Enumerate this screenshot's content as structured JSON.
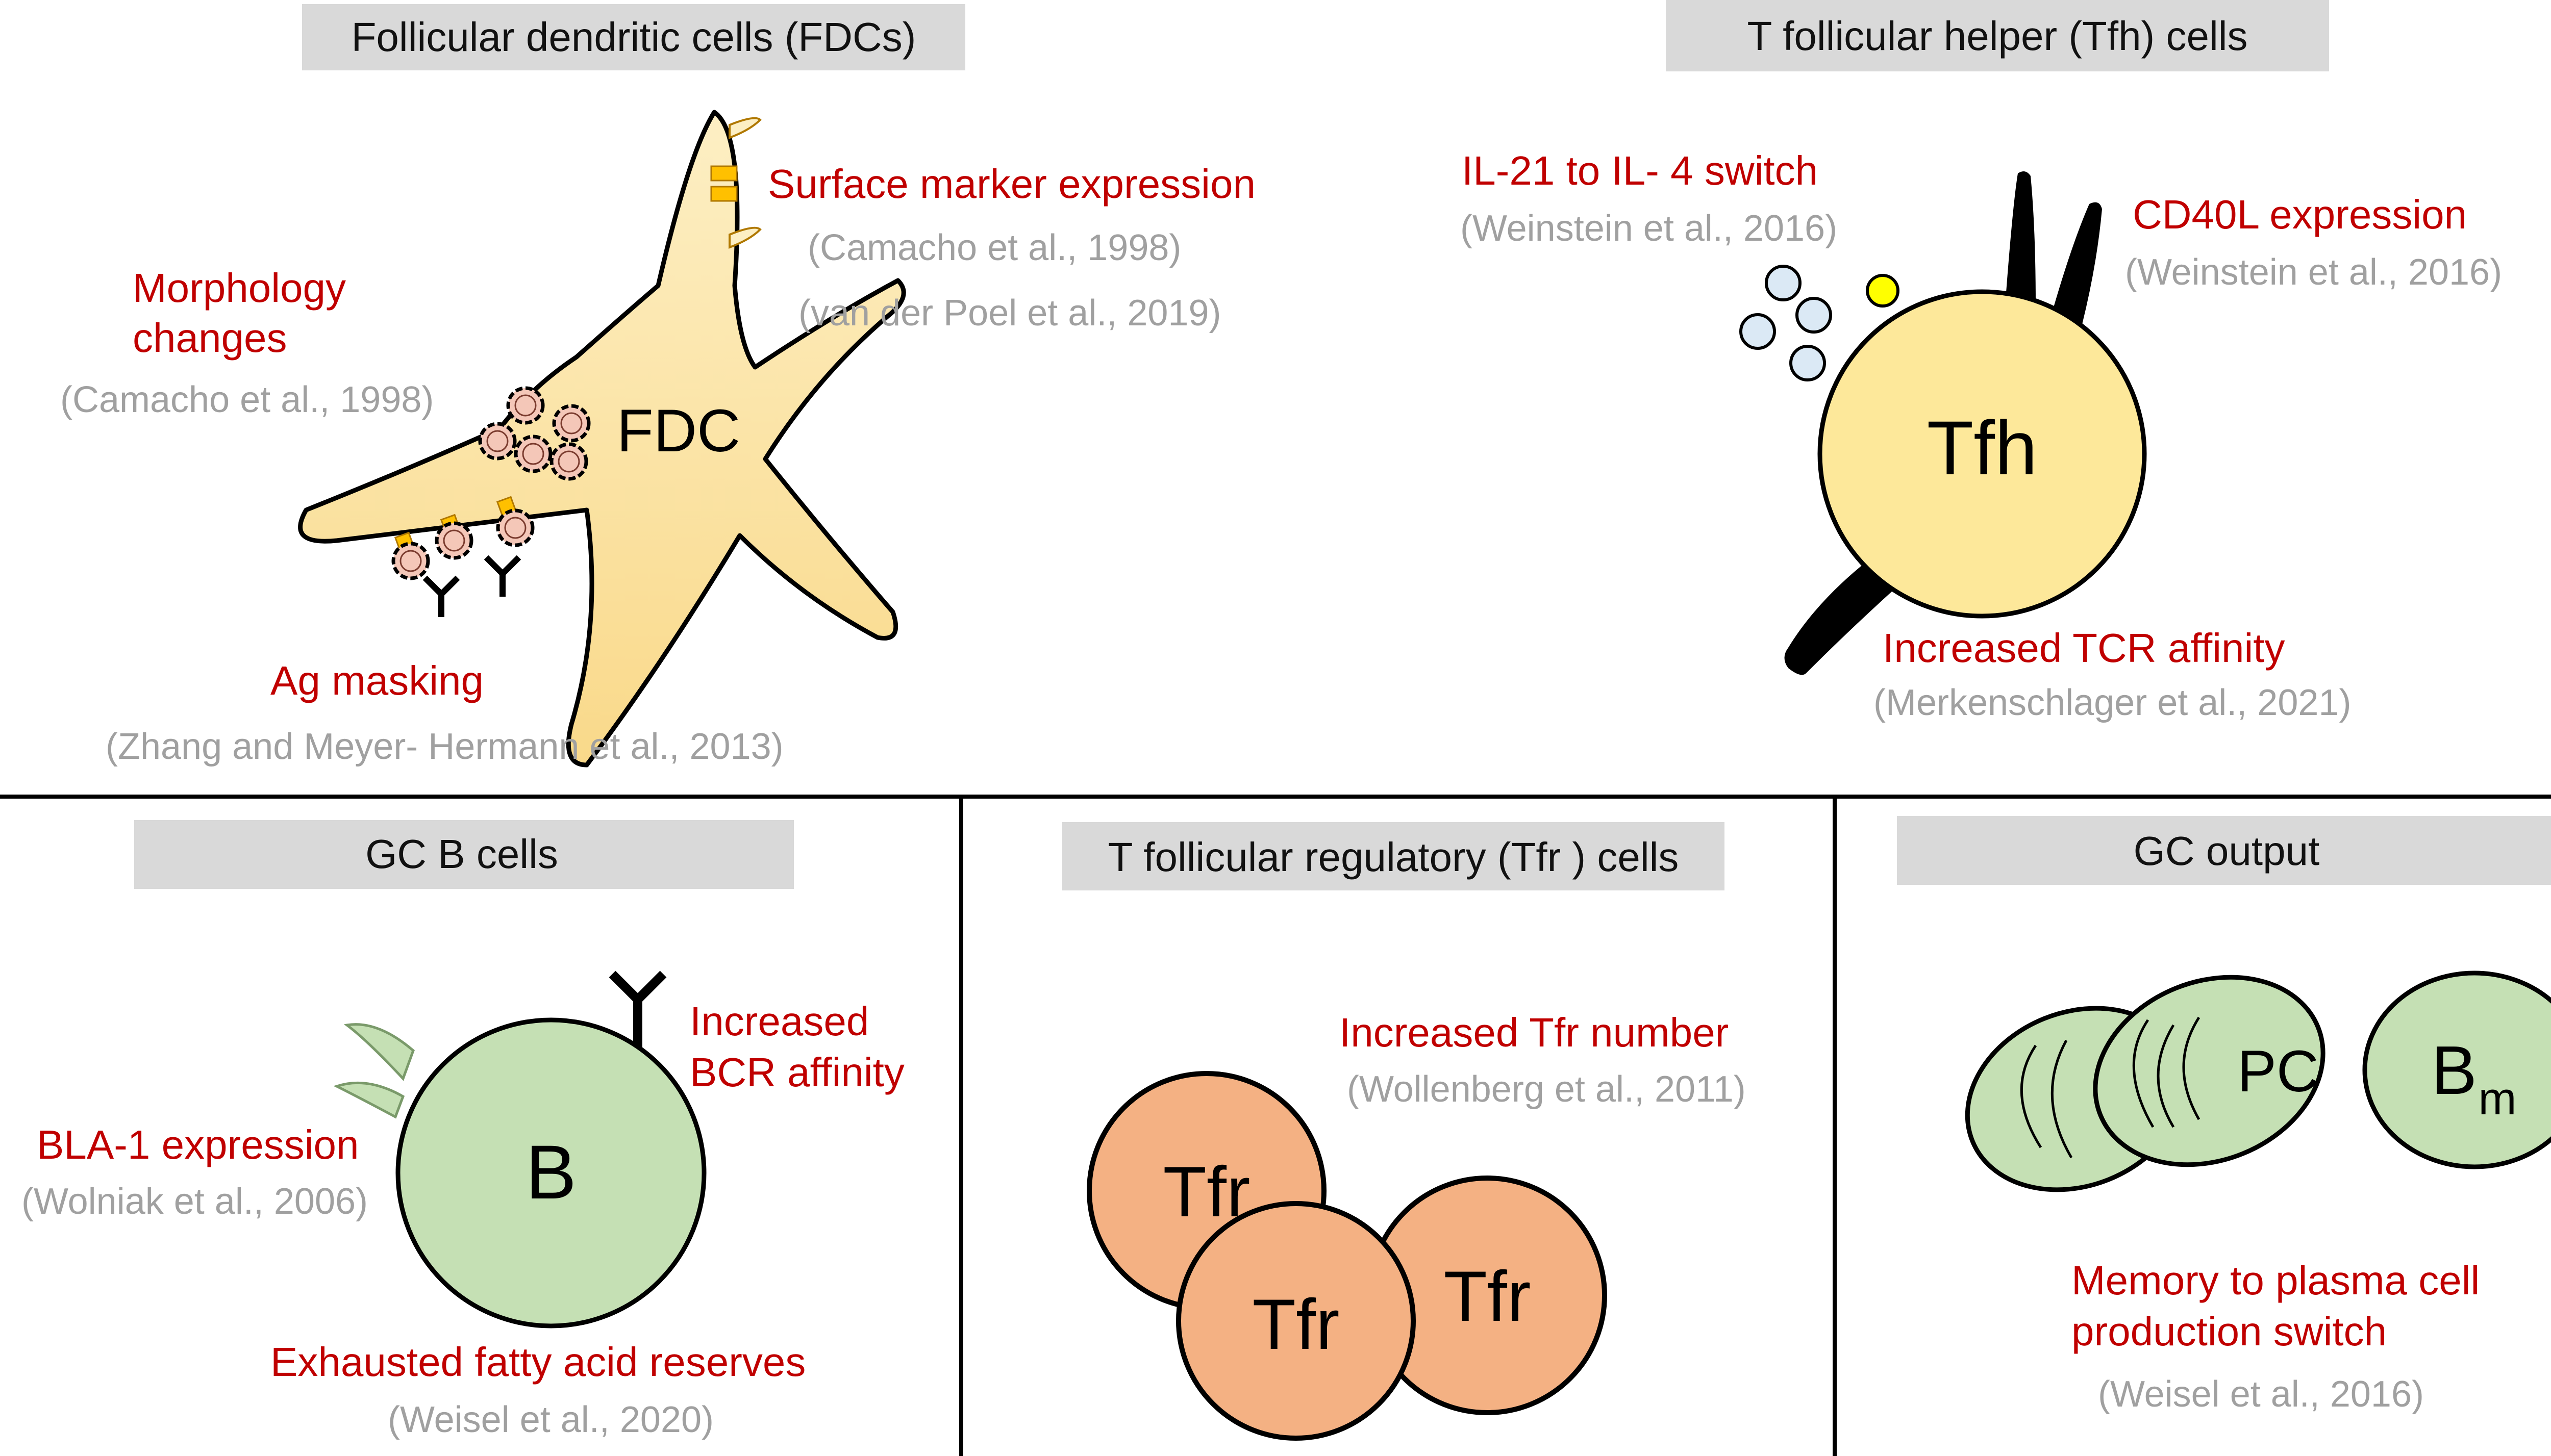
{
  "panels": {
    "fdc": {
      "header": "Follicular dendritic cells (FDCs)",
      "cell_label": "FDC",
      "items": [
        {
          "label": "Surface marker expression",
          "refs": [
            "(Camacho et al., 1998)",
            "(van der Poel et al., 2019)"
          ]
        },
        {
          "label_lines": [
            "Morphology",
            "changes"
          ],
          "refs": [
            "(Camacho et al., 1998)"
          ]
        },
        {
          "label": "Ag masking",
          "refs": [
            "(Zhang and Meyer- Hermann et al., 2013)"
          ]
        }
      ]
    },
    "tfh": {
      "header": "T follicular helper (Tfh) cells",
      "cell_label": "Tfh",
      "items": [
        {
          "label": "IL-21 to IL- 4 switch",
          "refs": [
            "(Weinstein et al., 2016)"
          ]
        },
        {
          "label": "CD40L expression",
          "refs": [
            "(Weinstein et al., 2016)"
          ]
        },
        {
          "label": "Increased TCR affinity",
          "refs": [
            "(Merkenschlager et al., 2021)"
          ]
        }
      ]
    },
    "gcb": {
      "header": "GC B cells",
      "cell_label": "B",
      "items": [
        {
          "label_lines": [
            "Increased",
            "BCR affinity"
          ],
          "refs": []
        },
        {
          "label": "BLA-1 expression",
          "refs": [
            "(Wolniak et al., 2006)"
          ]
        },
        {
          "label": "Exhausted fatty acid reserves",
          "refs": [
            "(Weisel et al., 2020)"
          ]
        }
      ]
    },
    "tfr": {
      "header": "T follicular regulatory (Tfr ) cells",
      "cell_label": "Tfr",
      "items": [
        {
          "label": "Increased Tfr number",
          "refs": [
            "(Wollenberg et al., 2011)"
          ]
        }
      ]
    },
    "gcout": {
      "header": "GC output",
      "pc_label": "PC",
      "bm_label": "B",
      "bm_subscript": "m",
      "items": [
        {
          "label_lines": [
            "Memory to plasma cell",
            "production switch"
          ],
          "refs": [
            "(Weisel et al., 2016)"
          ]
        }
      ]
    }
  },
  "colors": {
    "header_bg": "#d9d9d9",
    "label_red": "#c00000",
    "ref_gray": "#a0a0a0",
    "fdc_fill": "#fde6a8",
    "tfh_fill": "#fde89a",
    "b_fill": "#c5e0b4",
    "tfr_fill": "#f4b183",
    "antigen_fill": "#f4c7b8",
    "marker_fill": "#ffc000",
    "cytokine_blue": "#dbe9f5",
    "cytokine_yellow": "#ffff00"
  }
}
